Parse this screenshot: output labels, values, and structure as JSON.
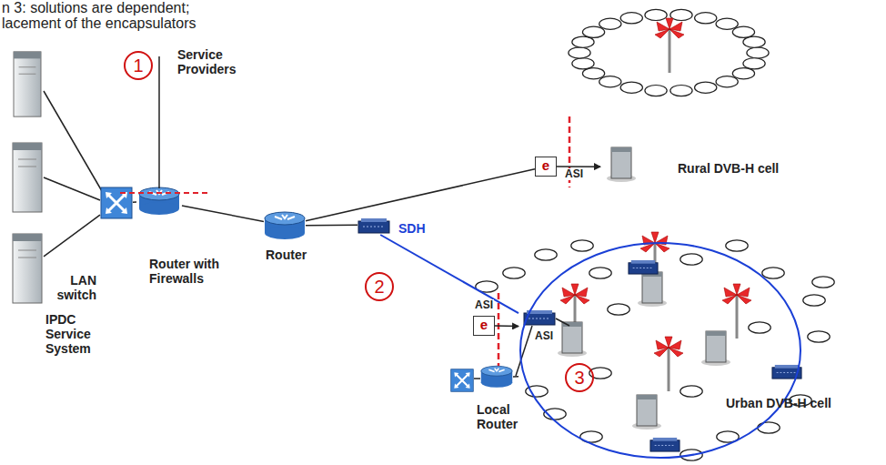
{
  "diagram": {
    "nodes": [
      {
        "text": [
          "IPDC Service System"
        ]
      },
      {
        "text": [
          "LAN switch"
        ]
      },
      {
        "text": [
          "Router with Firewalls"
        ]
      },
      {
        "text": [
          "Router"
        ]
      },
      {
        "text": [
          "SDH"
        ]
      },
      {
        "text": [
          "e"
        ]
      },
      {
        "text": [
          "Rural DVB-H cell"
        ]
      },
      {
        "text": [
          "e"
        ]
      },
      {
        "text": [
          "Urban DVB-H cell"
        ]
      },
      {
        "text": [
          "Local Router"
        ]
      }
    ],
    "edges": [
      {
        "from": 0,
        "to": 1,
        "arrow": "none"
      },
      {
        "from": 1,
        "to": 2,
        "arrow": "none"
      },
      {
        "from": 2,
        "to": 3,
        "arrow": "none"
      },
      {
        "from": 3,
        "to": 4,
        "arrow": "none"
      },
      {
        "from": 3,
        "to": 5,
        "arrow": "none"
      },
      {
        "from": 5,
        "to": 6,
        "label": "ASI",
        "arrow": "to"
      },
      {
        "from": 4,
        "to": 8,
        "arrow": "none"
      },
      {
        "from": 7,
        "to": 8,
        "label": "ASI",
        "arrow": "to"
      },
      {
        "from": 9,
        "to": 8,
        "arrow": "none"
      }
    ],
    "labels": [
      "n 3: solutions are dependent;",
      "lacement of the encapsulators",
      "1",
      "Service Providers",
      "2",
      "ASI",
      "3"
    ]
  }
}
